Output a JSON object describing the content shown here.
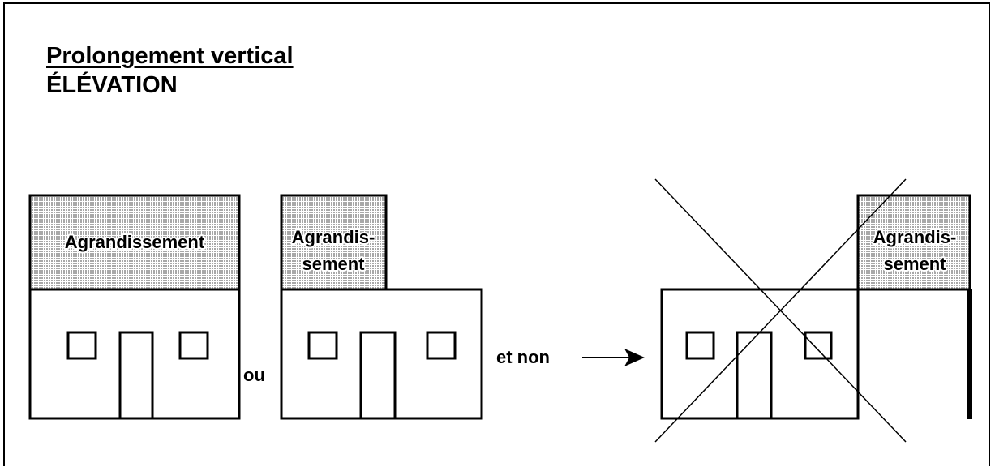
{
  "title": {
    "line1": "Prolongement vertical",
    "line2": "ÉLÉVATION"
  },
  "labels": {
    "extension_full": "Agrandissement",
    "extension_line1": "Agrandis-",
    "extension_line2": "sement",
    "ou": "ou",
    "et_non": "et non"
  },
  "colors": {
    "stroke": "#000000",
    "hatch_fill": "#b9b9b9",
    "background": "#ffffff"
  }
}
